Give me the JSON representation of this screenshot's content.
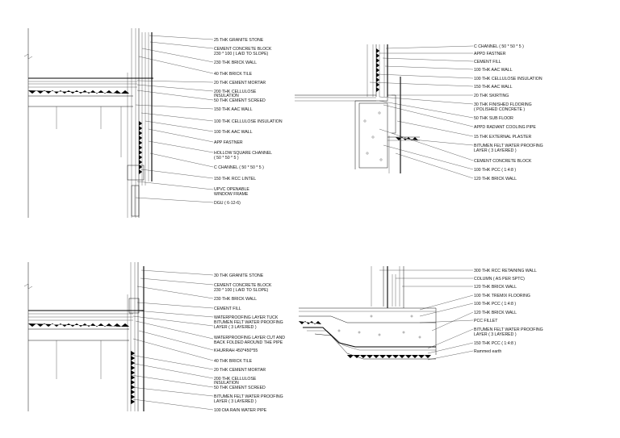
{
  "details": {
    "top_left": {
      "labels": [
        "25 THK GRANITE STONE",
        "CEMENT CONCRETE BLOCK",
        "230 * 100  ( LAID TO SLOPE)",
        "230 THK BRICK WALL",
        "40 THK BRICK TILE",
        "20 THK CEMENT MORTAR",
        "200 THK CELLULOSE",
        "INSULATION",
        "50 THK CEMENT SCREED",
        "150 THK AAC WALL",
        "100 THK CELLULOSE INSULATION",
        "100 THK AAC WALL",
        "APP FASTNER",
        "HOLLOW SQUARE CHANNEL",
        "( 50 * 50 * 5 )",
        "C CHANNEL   ( 50 * 50 * 5 )",
        "150 THK RCC LINTEL",
        "UPVC OPENABLE",
        "WINDOW FRAME",
        "DGU  ( 6-12-6)"
      ]
    },
    "top_right": {
      "labels": [
        "C CHANNEL   ( 50 * 50 * 5 )",
        "APPD FASTNER",
        "CEMENT FILL",
        "100 THK AAC WALL",
        "100 THK CELLULOSE INSULATION",
        "150 THK AAC WALL",
        "20 THK SKIRTING",
        "30 THK FINISHED FLOORING",
        "( POLISHED CONCRETE )",
        "50 THK SUB FLOOR",
        "APPD RADIANT COOLING PIPE",
        "15 THK EXTERNAL PLASTER",
        "BITUMEN FELT WATER PROOFING",
        "LAYER  ( 3 LAYERED )",
        "CEMENT CONCRETE BLOCK",
        "100 THK PCC  ( 1:4:8 )",
        "120 THK BRICK WALL"
      ]
    },
    "bottom_left": {
      "labels": [
        "30 THK GRANITE STONE",
        "CEMENT CONCRETE BLOCK",
        "230 * 100  ( LAID TO SLOPE)",
        "230 THK BRICK WALL",
        "CEMENT FILL",
        "WATERPROOFING LAYER TUCK",
        "BITUMEN FELT WATER PROOFING",
        "LAYER  ( 3 LAYERED )",
        "WATERPROOFING LAYER CUT AND",
        "BACK FOLDED AROUND THE PIPE",
        "KHURRAH 450*450*55",
        "40 THK BRICK TILE",
        "20 THK CEMENT MORTAR",
        "200 THK CELLULOSE",
        "INSULATION",
        "50 THK CEMENT SCREED",
        "BITUMEN FELT WATER PROOFING",
        "LAYER  ( 3 LAYERED )",
        "100 DIA RAIN WATER PIPE"
      ]
    },
    "bottom_right": {
      "labels": [
        "300 THK RCC RETAINING WALL",
        "COLUMN  ( AS PER SPTC)",
        "120 THK  BRICK WALL",
        "100 THK TREMIX FLOORING",
        "100 THK PCC  ( 1:4:8 )",
        "120 THK BRICK WALL",
        "PCC FILLET",
        "BITUMEN FELT WATER PROOFING",
        "LAYER  ( 3 LAYERED )",
        "150 THK PCC  ( 1:4:8 )",
        "Rammed earth"
      ]
    }
  }
}
